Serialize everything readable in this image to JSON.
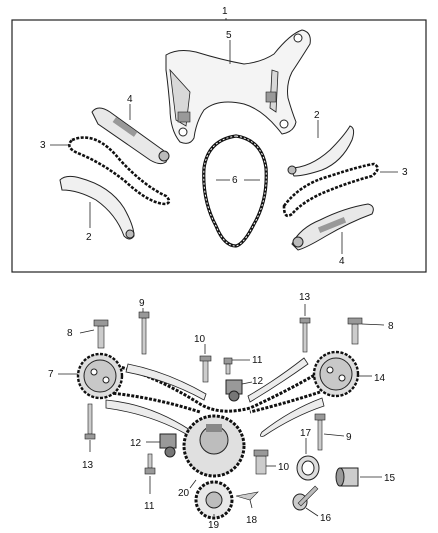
{
  "assembly_label": "1",
  "callouts": {
    "c2": "2",
    "c3": "3",
    "c4": "4",
    "c5": "5",
    "c6": "6",
    "c7": "7",
    "c8": "8",
    "c9": "9",
    "c10": "10",
    "c11": "11",
    "c12": "12",
    "c13": "13",
    "c14": "14",
    "c15": "15",
    "c16": "16",
    "c17": "17",
    "c18": "18",
    "c19": "19",
    "c20": "20"
  }
}
